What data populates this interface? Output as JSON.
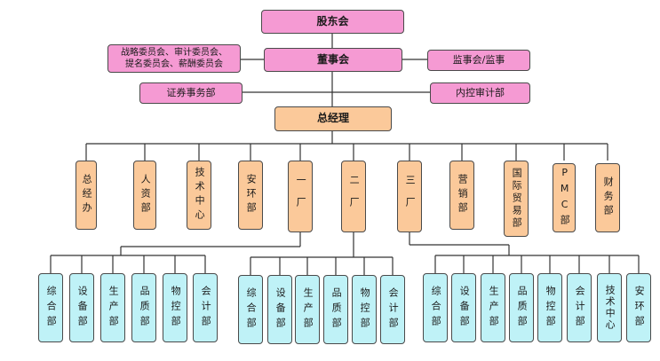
{
  "top": [
    {
      "label": "股东会"
    },
    {
      "label": "董事会"
    },
    {
      "label": "战略委员会、审计委员会、\n提名委员会、薪酬委员会"
    },
    {
      "label": "监事会/监事"
    },
    {
      "label": "证券事务部"
    },
    {
      "label": "内控审计部"
    },
    {
      "label": "总经理"
    }
  ],
  "depts": [
    {
      "label": "总经办"
    },
    {
      "label": "人资部"
    },
    {
      "label": "技术中心"
    },
    {
      "label": "安环部"
    },
    {
      "label": "一厂"
    },
    {
      "label": "二厂"
    },
    {
      "label": "三厂"
    },
    {
      "label": "营销部"
    },
    {
      "label": "国际贸易部"
    },
    {
      "label": "PMC部"
    },
    {
      "label": "财务部"
    }
  ],
  "plant1": [
    {
      "label": "综合部"
    },
    {
      "label": "设备部"
    },
    {
      "label": "生产部"
    },
    {
      "label": "品质部"
    },
    {
      "label": "物控部"
    },
    {
      "label": "会计部"
    }
  ],
  "plant2": [
    {
      "label": "综合部"
    },
    {
      "label": "设备部"
    },
    {
      "label": "生产部"
    },
    {
      "label": "品质部"
    },
    {
      "label": "物控部"
    },
    {
      "label": "会计部"
    }
  ],
  "plant3": [
    {
      "label": "综合部"
    },
    {
      "label": "设备部"
    },
    {
      "label": "生产部"
    },
    {
      "label": "品质部"
    },
    {
      "label": "物控部"
    },
    {
      "label": "会计部"
    },
    {
      "label": "技术中心"
    },
    {
      "label": "安环部"
    }
  ],
  "colors": {
    "pink": "#f59ad3",
    "peach": "#fbc99a",
    "cyan": "#bff2f7",
    "line": "#333333"
  }
}
